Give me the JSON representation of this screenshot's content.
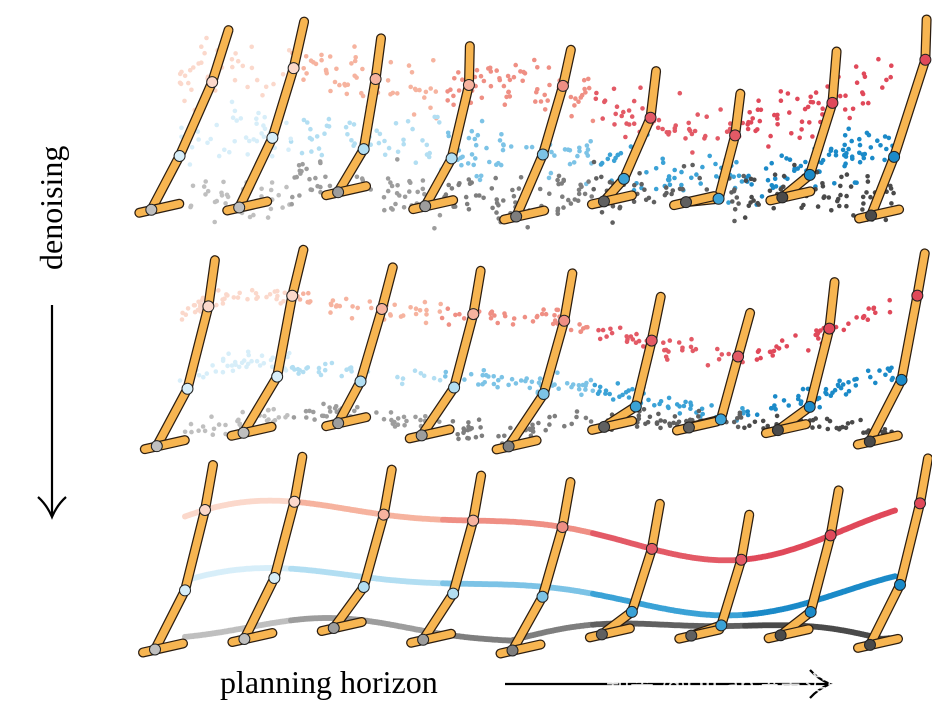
{
  "labels": {
    "y_axis": "denoising",
    "x_axis": "planning horizon",
    "watermark": "知乎 @DILab决策实验室"
  },
  "colors": {
    "leg_fill": "#f7b551",
    "leg_stroke": "#2b1d10",
    "hip_palette": [
      "#fbd8cb",
      "#f6b39f",
      "#ef8f84",
      "#e35a66",
      "#e0495a"
    ],
    "knee_palette": [
      "#d7eef9",
      "#b2def2",
      "#7cc3e6",
      "#3ba2d6",
      "#1b8ac8"
    ],
    "foot_palette": [
      "#bfbfbf",
      "#9d9d9d",
      "#7e7e7e",
      "#606060",
      "#4a4a4a"
    ]
  },
  "rows": [
    {
      "name": "noisy",
      "noise": 1.0
    },
    {
      "name": "partially-denoised",
      "noise": 0.45
    },
    {
      "name": "clean",
      "noise": 0.0
    }
  ],
  "frames_per_row": 9
}
